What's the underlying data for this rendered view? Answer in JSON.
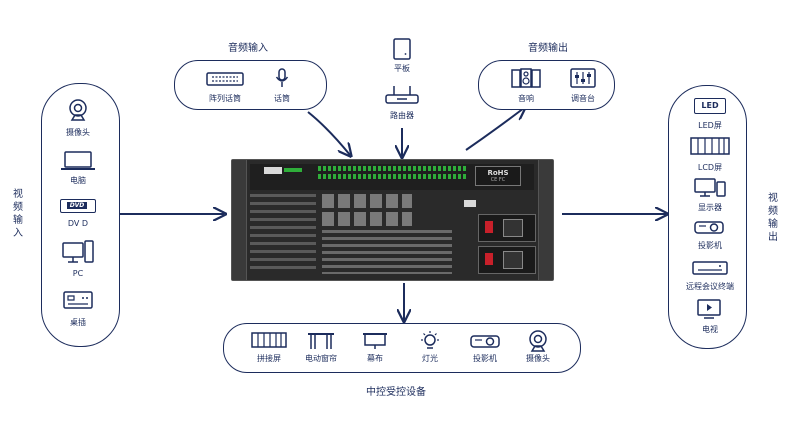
{
  "audio_input": {
    "title": "音频输入",
    "items": [
      {
        "label": "阵列话筒",
        "icon": "array-microphone-icon"
      },
      {
        "label": "话筒",
        "icon": "microphone-icon"
      }
    ]
  },
  "audio_output": {
    "title": "音频输出",
    "items": [
      {
        "label": "音响",
        "icon": "speaker-icon"
      },
      {
        "label": "调音台",
        "icon": "mixer-icon"
      }
    ]
  },
  "network": {
    "tablet_label": "平板",
    "router_label": "路由器"
  },
  "video_input": {
    "title_chars": [
      "视",
      "频",
      "输",
      "入"
    ],
    "items": [
      {
        "label": "摄像头",
        "icon": "webcam-icon"
      },
      {
        "label": "电脑",
        "icon": "laptop-icon"
      },
      {
        "label": "DV D",
        "icon": "dvd-player-icon",
        "icon_text": "DVD"
      },
      {
        "label": "PC",
        "icon": "pc-icon"
      },
      {
        "label": "桌插",
        "icon": "desk-socket-icon"
      }
    ]
  },
  "video_output": {
    "title_chars": [
      "视",
      "频",
      "输",
      "出"
    ],
    "items": [
      {
        "label": "LED屏",
        "icon": "led-screen-icon",
        "icon_text": "LED"
      },
      {
        "label": "LCD屏",
        "icon": "lcd-wall-icon"
      },
      {
        "label": "显示器",
        "icon": "monitor-icon"
      },
      {
        "label": "投影机",
        "icon": "projector-icon"
      },
      {
        "label": "远程会议终端",
        "icon": "conference-terminal-icon"
      },
      {
        "label": "电视",
        "icon": "tv-icon"
      }
    ]
  },
  "controlled_devices": {
    "title": "中控受控设备",
    "items": [
      {
        "label": "拼接屏",
        "icon": "splicing-screen-icon"
      },
      {
        "label": "电动窗帘",
        "icon": "electric-curtain-icon"
      },
      {
        "label": "幕布",
        "icon": "projection-screen-icon"
      },
      {
        "label": "灯光",
        "icon": "light-bulb-icon"
      },
      {
        "label": "投影机",
        "icon": "projector-icon"
      },
      {
        "label": "摄像头",
        "icon": "webcam-icon"
      }
    ]
  },
  "center_device": {
    "name": "matrix-processor",
    "badge": "RoHS",
    "badge_sub": "CE FC"
  },
  "colors": {
    "line": "#1c2c5c",
    "chassis": "#2b2b2b",
    "power_red": "#c8202a",
    "terminal_green": "#2fae3a"
  }
}
